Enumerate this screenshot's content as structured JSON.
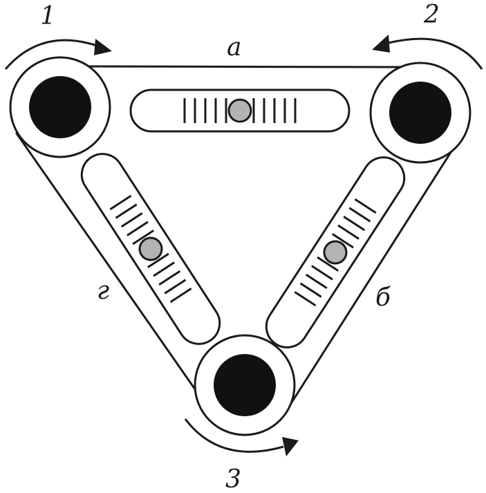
{
  "labels": {
    "pulley_1": "1",
    "pulley_2": "2",
    "pulley_3": "3",
    "side_a": "а",
    "side_b": "б",
    "side_g": "г"
  },
  "colors": {
    "stroke": "#1a1a1a",
    "hub_fill": "#111111",
    "bearing_fill": "#b3b3b3",
    "background": "#ffffff"
  }
}
